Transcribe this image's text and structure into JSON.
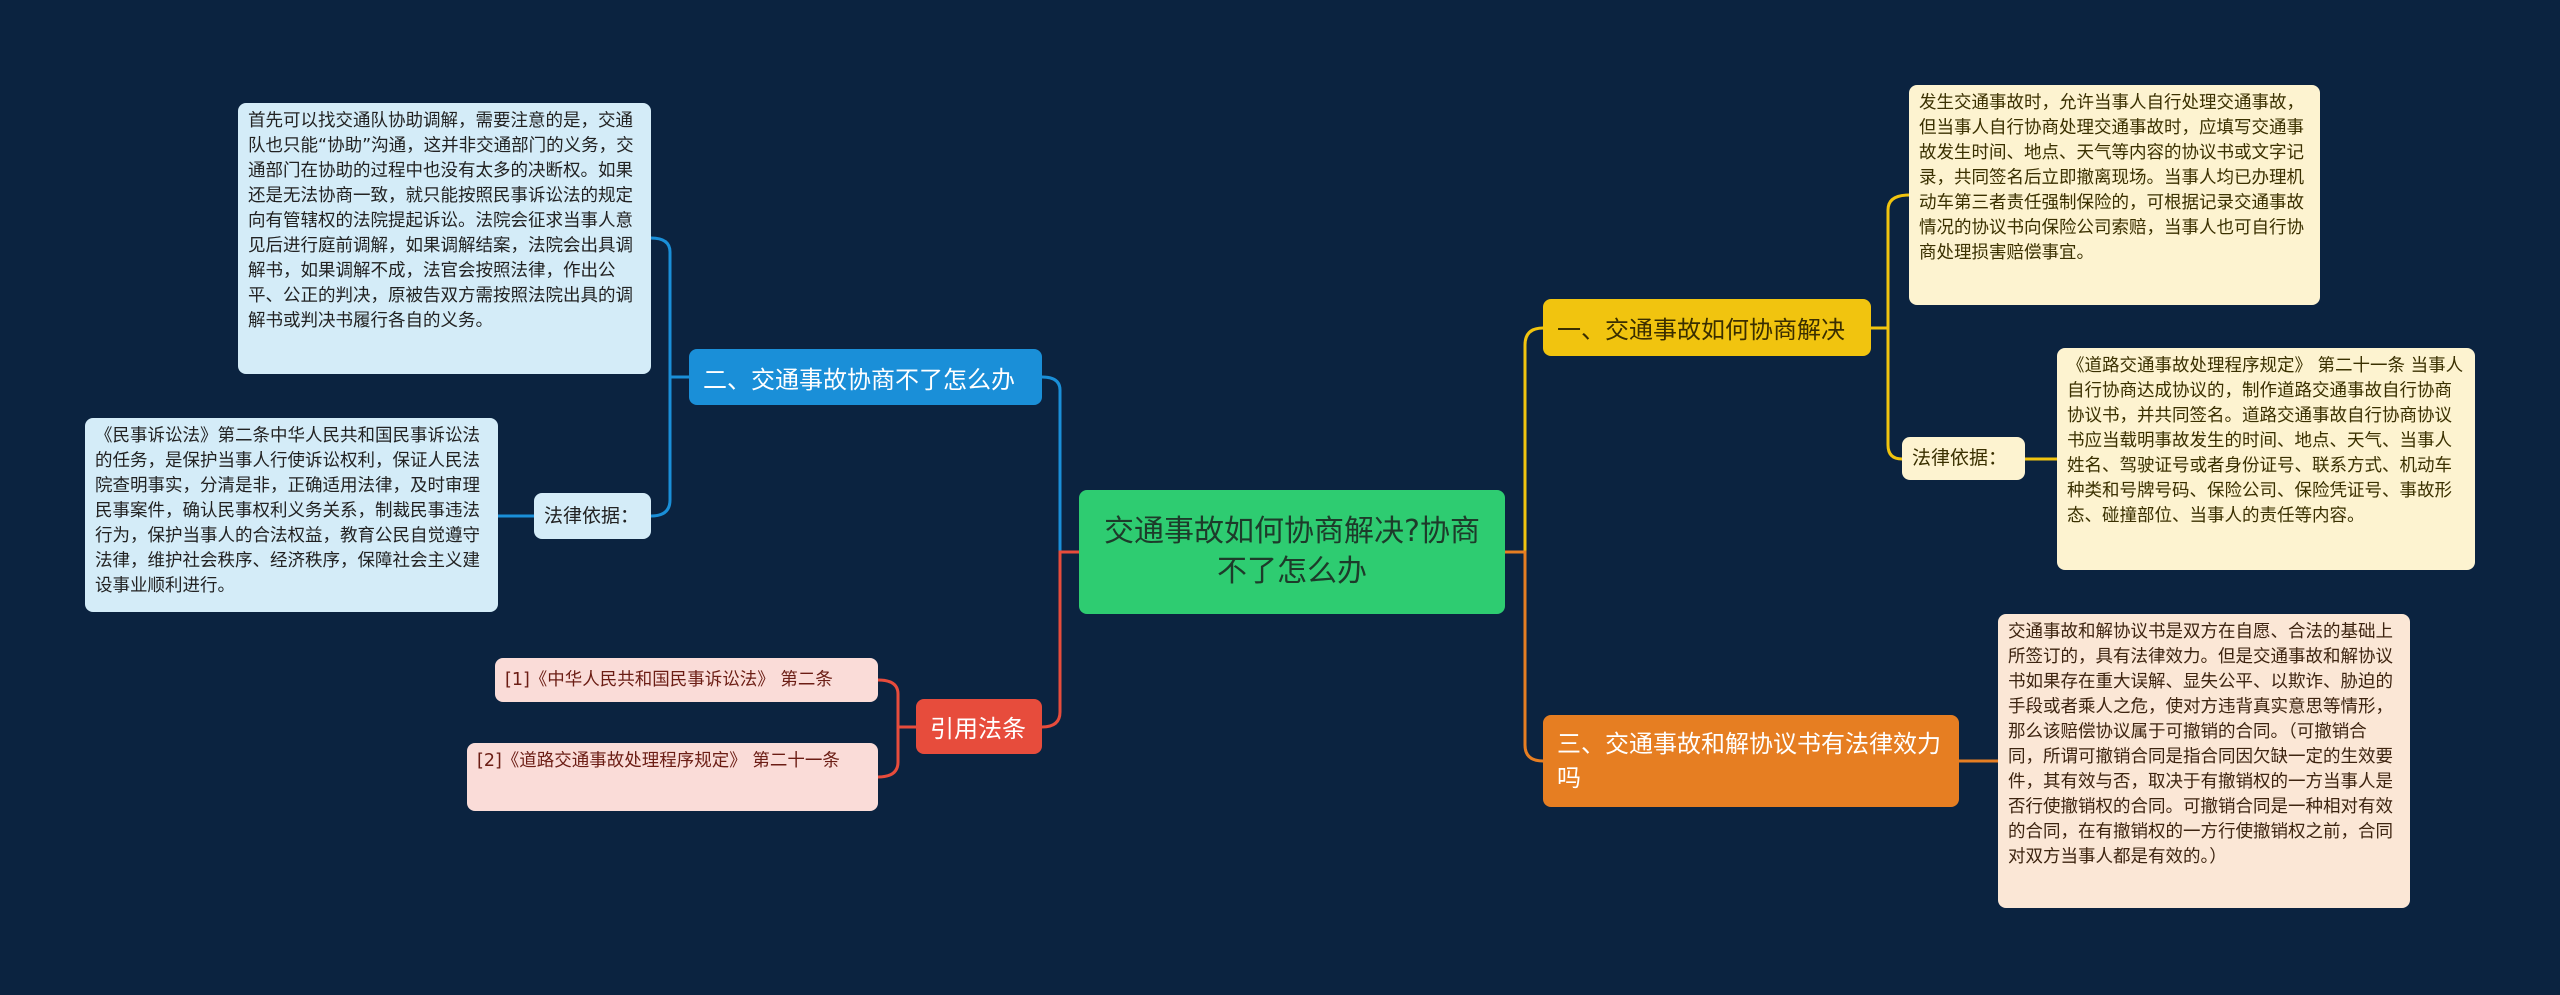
{
  "center": "交通事故如何协商解决?协商不了怎么办",
  "left": {
    "branch": "二、交通事故协商不了怎么办",
    "text": "首先可以找交通队协助调解，需要注意的是，交通队也只能“协助”沟通，这并非交通部门的义务，交通部门在协助的过程中也没有太多的决断权。如果还是无法协商一致，就只能按照民事诉讼法的规定向有管辖权的法院提起诉讼。法院会征求当事人意见后进行庭前调解，如果调解结案，法院会出具调解书，如果调解不成，法官会按照法律，作出公平、公正的判决，原被告双方需按照法院出具的调解书或判决书履行各自的义务。",
    "law_label": "法律依据：",
    "law_text": "《民事诉讼法》第二条中华人民共和国民事诉讼法的任务，是保护当事人行使诉讼权利，保证人民法院查明事实，分清是非，正确适用法律，及时审理民事案件，确认民事权利义务关系，制裁民事违法行为，保护当事人的合法权益，教育公民自觉遵守法律，维护社会秩序、经济秩序，保障社会主义建设事业顺利进行。"
  },
  "refs": {
    "branch": "引用法条",
    "items": [
      "[1]《中华人民共和国民事诉讼法》 第二条",
      "[2]《道路交通事故处理程序规定》 第二十一条"
    ]
  },
  "right1": {
    "branch": "一、交通事故如何协商解决",
    "text": "发生交通事故时，允许当事人自行处理交通事故，但当事人自行协商处理交通事故时，应填写交通事故发生时间、地点、天气等内容的协议书或文字记录，共同签名后立即撤离现场。当事人均已办理机动车第三者责任强制保险的，可根据记录交通事故情况的协议书向保险公司索赔，当事人也可自行协商处理损害赔偿事宜。",
    "law_label": "法律依据：",
    "law_text": "《道路交通事故处理程序规定》 第二十一条 当事人自行协商达成协议的，制作道路交通事故自行协商协议书，并共同签名。道路交通事故自行协商协议书应当载明事故发生的时间、地点、天气、当事人姓名、驾驶证号或者身份证号、联系方式、机动车种类和号牌号码、保险公司、保险凭证号、事故形态、碰撞部位、当事人的责任等内容。"
  },
  "right3": {
    "branch": "三、交通事故和解协议书有法律效力吗",
    "text": "交通事故和解协议书是双方在自愿、合法的基础上所签订的，具有法律效力。但是交通事故和解协议书如果存在重大误解、显失公平、以欺诈、胁迫的手段或者乘人之危，使对方违背真实意思等情形，那么该赔偿协议属于可撤销的合同。（可撤销合同，所谓可撤销合同是指合同因欠缺一定的生效要件，其有效与否，取决于有撤销权的一方当事人是否行使撤销权的合同。可撤销合同是一种相对有效的合同，在有撤销权的一方行使撤销权之前，合同对双方当事人都是有效的。）"
  },
  "colors": {
    "bg": "#0b2340",
    "center": "#2ecc71",
    "blue": "#1a8fd8",
    "red": "#e74c3c",
    "yellow": "#f1c40f",
    "orange": "#e67e22"
  }
}
